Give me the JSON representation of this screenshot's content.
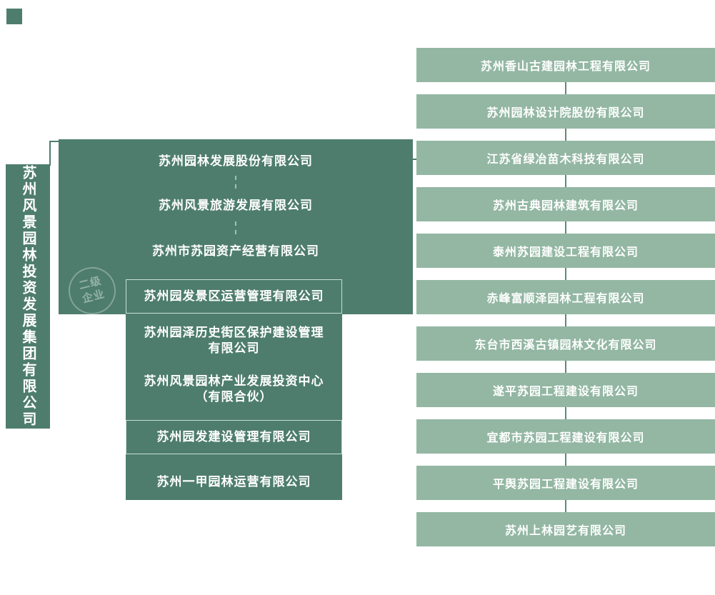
{
  "colors": {
    "dark": "#4e7d6e",
    "light": "#93b7a3"
  },
  "root": {
    "label": "苏州风景园林投资发展集团有限公司"
  },
  "watermark": {
    "line1": "二级",
    "line2": "企业"
  },
  "middle": {
    "rows": [
      {
        "label": "苏州园林发展股份有限公司"
      },
      {
        "label": "苏州风景旅游发展有限公司"
      },
      {
        "label": "苏州市苏园资产经营有限公司"
      },
      {
        "label": "苏州园发景区运营管理有限公司"
      },
      {
        "label": "苏州园泽历史街区保护建设管理\n有限公司"
      },
      {
        "label": "苏州风景园林产业发展投资中心\n（有限合伙）"
      },
      {
        "label": "苏州园发建设管理有限公司"
      },
      {
        "label": "苏州一甲园林运营有限公司"
      }
    ]
  },
  "right": {
    "items": [
      "苏州香山古建园林工程有限公司",
      "苏州园林设计院股份有限公司",
      "江苏省绿冶苗木科技有限公司",
      "苏州古典园林建筑有限公司",
      "泰州苏园建设工程有限公司",
      "赤峰富顺泽园林工程有限公司",
      "东台市西溪古镇园林文化有限公司",
      "遂平苏园工程建设有限公司",
      "宜都市苏园工程建设有限公司",
      "平舆苏园工程建设有限公司",
      "苏州上林园艺有限公司"
    ]
  }
}
